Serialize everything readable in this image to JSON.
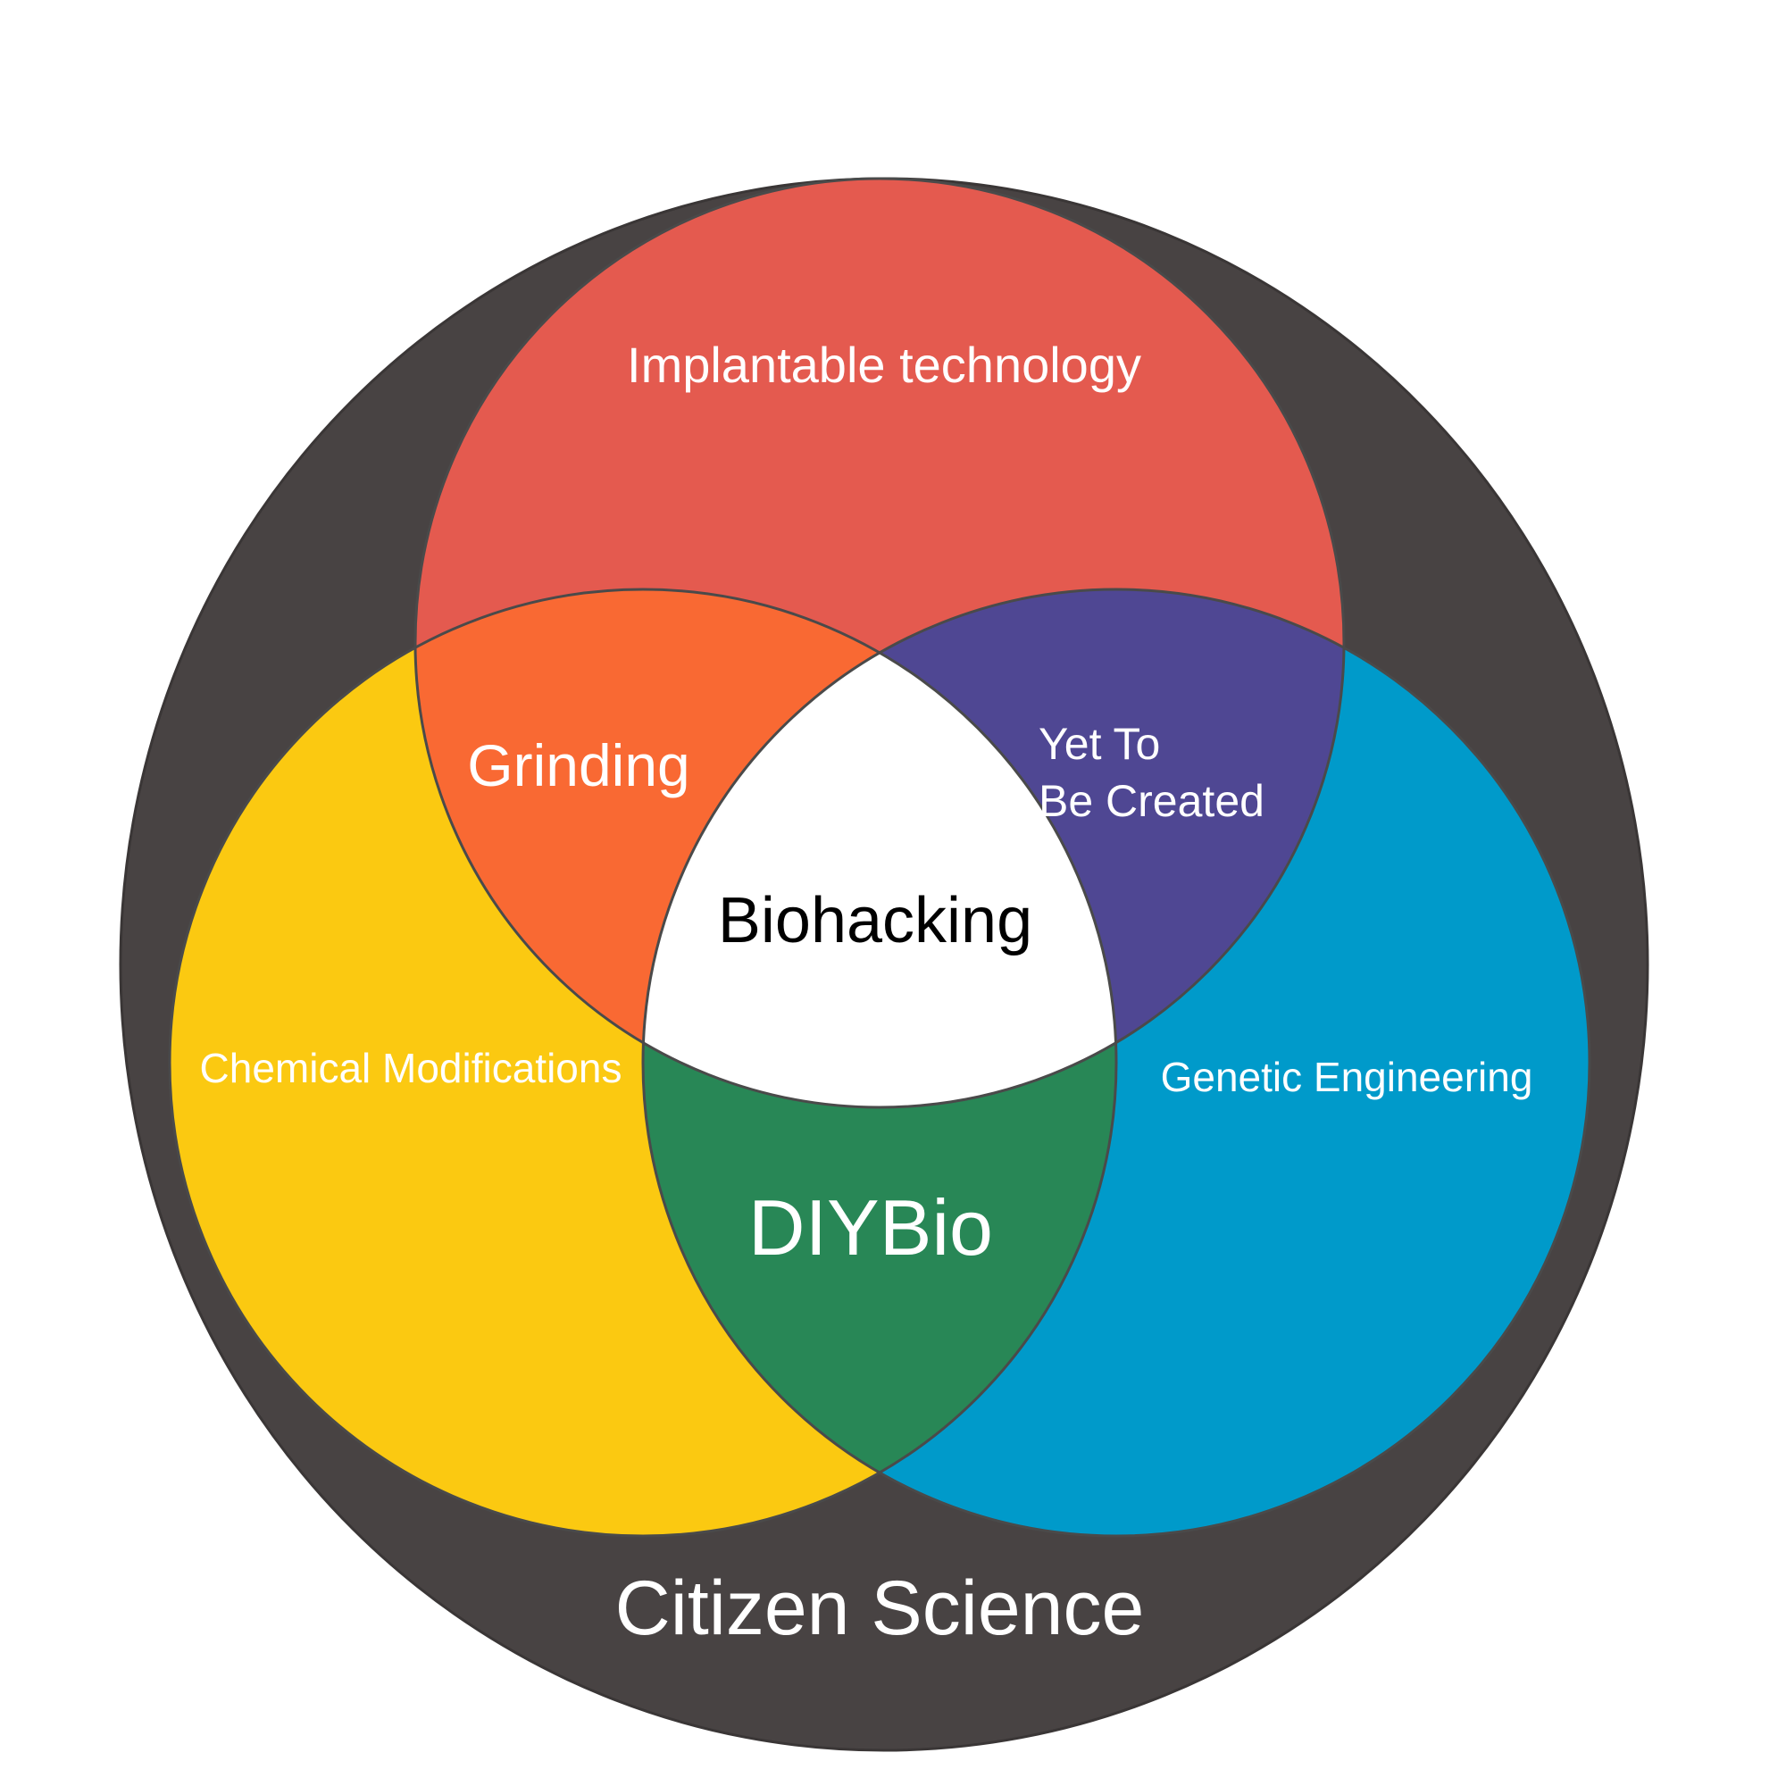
{
  "diagram": {
    "outer_label": "Citizen Science",
    "circles": {
      "top": {
        "label": "Implantable technology"
      },
      "left": {
        "label": "Chemical Modifications"
      },
      "right": {
        "label": "Genetic Engineering"
      }
    },
    "intersections": {
      "top_left": {
        "label": "Grinding"
      },
      "top_right": {
        "label_line1": "Yet To",
        "label_line2": "Be Created"
      },
      "left_right": {
        "label": "DIYBio"
      },
      "center": {
        "label": "Biohacking"
      }
    }
  },
  "colors": {
    "outer": "#484343",
    "top": "#E45A4F",
    "left": "#FBC911",
    "right": "#009ACA",
    "top_left": "#F96933",
    "top_right": "#4F4793",
    "left_right": "#288756",
    "center": "#FFFFFF",
    "label_light": "#FFFFFF",
    "label_dark": "#000000"
  }
}
